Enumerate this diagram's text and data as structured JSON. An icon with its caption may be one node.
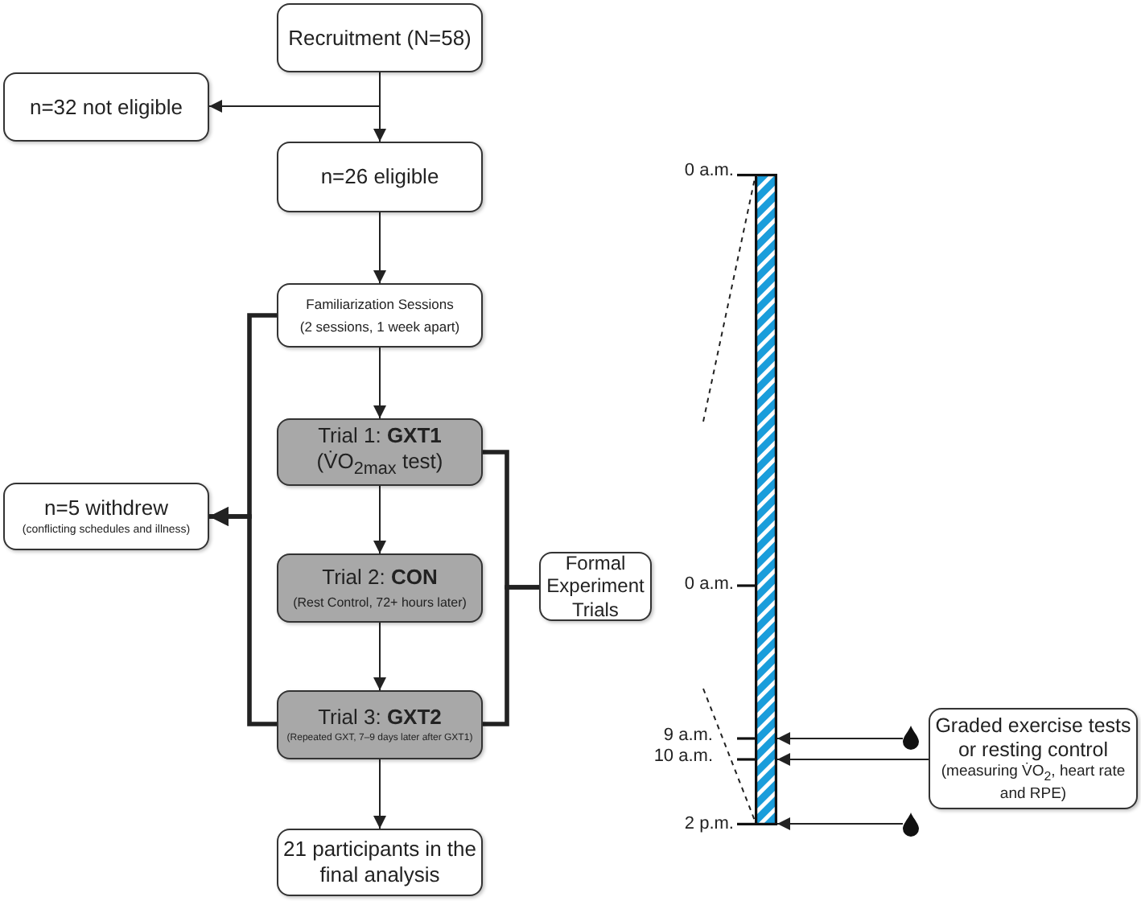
{
  "diagram": {
    "nodes": [
      {
        "text": [
          "Recruitment (N=58)"
        ]
      },
      {
        "text": [
          "n=32 not eligible"
        ]
      },
      {
        "text": [
          "n=26 eligible"
        ]
      },
      {
        "text": [
          "Familiarization Sessions",
          "(2 sessions, 1 week apart)"
        ]
      },
      {
        "text": [
          "n=5 withdrew",
          "(conflicting schedules and illness)"
        ]
      },
      {
        "text": [
          "Trial 1: **GXT1**",
          "(V̇O$_{2max}$ test)"
        ]
      },
      {
        "text": [
          "Trial 2: **CON**",
          "(Rest Control, 72+ hours later)"
        ]
      },
      {
        "text": [
          "Trial 3: **GXT2**",
          "(Repeated GXT, 7–9 days later after GXT1)"
        ]
      },
      {
        "text": [
          "21 participants in the final analysis"
        ]
      },
      {
        "text": [
          "Formal Experiment Trials"
        ]
      },
      {
        "text": [],
        "shape": "bar"
      },
      {
        "text": [],
        "shape": "drop"
      },
      {
        "text": [
          "Graded exercise tests or resting control",
          "(measuring V̇O$_{2}$, heart rate and RPE)"
        ]
      },
      {
        "text": [],
        "shape": "drop"
      }
    ],
    "edges": [
      {
        "from": 0,
        "to": 2,
        "arrow": "to"
      },
      {
        "from": 0,
        "to": 1,
        "arrow": "to"
      },
      {
        "from": 2,
        "to": 3,
        "arrow": "to"
      },
      {
        "from": 3,
        "to": 5,
        "arrow": "to"
      },
      {
        "from": 5,
        "to": 6,
        "arrow": "to"
      },
      {
        "from": 6,
        "to": 7,
        "arrow": "to"
      },
      {
        "from": 7,
        "to": 8,
        "arrow": "to"
      },
      {
        "from": 3,
        "to": 4,
        "arrow": "to",
        "style": "thick"
      },
      {
        "from": 7,
        "to": 4,
        "arrow": "to",
        "style": "thick"
      },
      {
        "from": 5,
        "to": 9,
        "arrow": "none",
        "style": "thick"
      },
      {
        "from": 7,
        "to": 9,
        "arrow": "none",
        "style": "thick"
      },
      {
        "from": null,
        "to": 10,
        "arrow": "none",
        "style": "dashed"
      },
      {
        "from": null,
        "to": 10,
        "arrow": "none",
        "style": "dashed"
      },
      {
        "from": 11,
        "to": 10,
        "arrow": "to"
      },
      {
        "from": 12,
        "to": 10,
        "arrow": "to"
      },
      {
        "from": 13,
        "to": 10,
        "arrow": "to"
      }
    ],
    "labels": [
      "0 a.m.",
      "0 a.m.",
      "9 a.m.",
      "10 a.m.",
      "2 p.m."
    ]
  }
}
